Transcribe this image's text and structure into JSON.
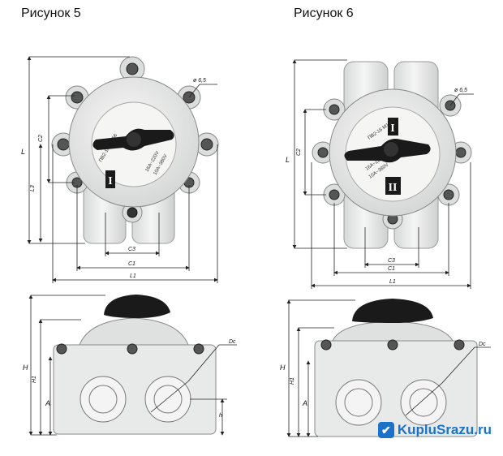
{
  "figures": [
    {
      "title": "Рисунок 5",
      "top_labels": {
        "hole": "ø 6,5",
        "L": "L",
        "C2": "C2",
        "L3": "L3",
        "C3": "C3",
        "C1": "C1",
        "L1": "L1"
      },
      "body_text": [
        "ПВ2-16 М1-56",
        "16А~220V",
        "10А~380V"
      ],
      "marks": [
        "I"
      ],
      "side_labels": {
        "H": "H",
        "H1": "H1",
        "A": "A",
        "Dc": "Dc",
        "h": "h"
      }
    },
    {
      "title": "Рисунок 6",
      "top_labels": {
        "hole": "ø 6,5",
        "L": "L",
        "C2": "C2",
        "C3": "C3",
        "C1": "C1",
        "L1": "L1"
      },
      "body_text": [
        "ПВ2-16 М1-У1",
        "16А~220V",
        "10А~380V"
      ],
      "marks": [
        "I",
        "II"
      ],
      "side_labels": {
        "H": "H",
        "H1": "H1",
        "A": "A",
        "Dc": "Dc"
      }
    }
  ],
  "watermark": {
    "text": "KupluSrazu.ru"
  },
  "colors": {
    "line": "#222222",
    "body": "#e9ebea",
    "knob": "#1a1a1a",
    "mark_plate": "#1a1a1a",
    "watermark": "#1a73c8"
  }
}
